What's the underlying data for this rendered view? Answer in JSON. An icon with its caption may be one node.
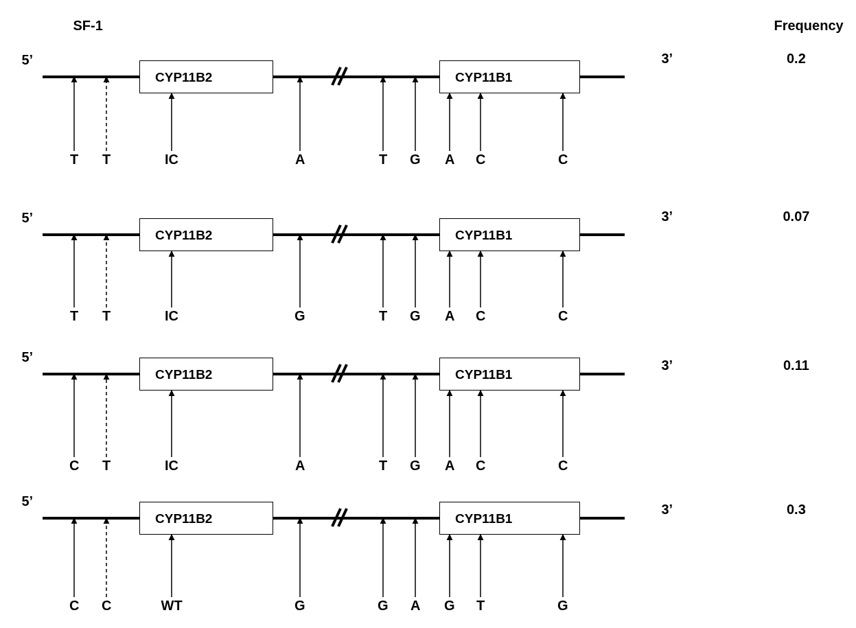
{
  "diagram": {
    "nodes": [
      {
        "text": [
          "CYP11B2"
        ]
      },
      {
        "text": [
          "CYP11B1"
        ]
      },
      {
        "text": [
          "T"
        ]
      },
      {
        "text": [
          "T"
        ]
      },
      {
        "text": [
          "IC"
        ]
      },
      {
        "text": [
          "A"
        ]
      },
      {
        "text": [
          "T"
        ]
      },
      {
        "text": [
          "G"
        ]
      },
      {
        "text": [
          "A"
        ]
      },
      {
        "text": [
          "C"
        ]
      },
      {
        "text": [
          "C"
        ]
      },
      {
        "text": [
          "CYP11B2"
        ]
      },
      {
        "text": [
          "CYP11B1"
        ]
      },
      {
        "text": [
          "T"
        ]
      },
      {
        "text": [
          "T"
        ]
      },
      {
        "text": [
          "IC"
        ]
      },
      {
        "text": [
          "G"
        ]
      },
      {
        "text": [
          "T"
        ]
      },
      {
        "text": [
          "G"
        ]
      },
      {
        "text": [
          "A"
        ]
      },
      {
        "text": [
          "C"
        ]
      },
      {
        "text": [
          "C"
        ]
      },
      {
        "text": [
          "CYP11B2"
        ]
      },
      {
        "text": [
          "CYP11B1"
        ]
      },
      {
        "text": [
          "C"
        ]
      },
      {
        "text": [
          "T"
        ]
      },
      {
        "text": [
          "IC"
        ]
      },
      {
        "text": [
          "A"
        ]
      },
      {
        "text": [
          "T"
        ]
      },
      {
        "text": [
          "G"
        ]
      },
      {
        "text": [
          "A"
        ]
      },
      {
        "text": [
          "C"
        ]
      },
      {
        "text": [
          "C"
        ]
      },
      {
        "text": [
          "CYP11B2"
        ]
      },
      {
        "text": [
          "CYP11B1"
        ]
      },
      {
        "text": [
          "C"
        ]
      },
      {
        "text": [
          "C"
        ]
      },
      {
        "text": [
          "WT"
        ]
      },
      {
        "text": [
          "G"
        ]
      },
      {
        "text": [
          "G"
        ]
      },
      {
        "text": [
          "A"
        ]
      },
      {
        "text": [
          "G"
        ]
      },
      {
        "text": [
          "T"
        ]
      },
      {
        "text": [
          "G"
        ]
      }
    ],
    "edges": [
      {
        "from": 2,
        "to": null,
        "arrow": "to"
      },
      {
        "from": 3,
        "to": null,
        "arrow": "to",
        "style": "dashed"
      },
      {
        "from": 4,
        "to": 0,
        "arrow": "to"
      },
      {
        "from": 5,
        "to": null,
        "arrow": "to"
      },
      {
        "from": 6,
        "to": null,
        "arrow": "to"
      },
      {
        "from": 7,
        "to": null,
        "arrow": "to"
      },
      {
        "from": 8,
        "to": 1,
        "arrow": "to"
      },
      {
        "from": 9,
        "to": 1,
        "arrow": "to"
      },
      {
        "from": 10,
        "to": 1,
        "arrow": "to"
      },
      {
        "from": 13,
        "to": null,
        "arrow": "to"
      },
      {
        "from": 14,
        "to": null,
        "arrow": "to",
        "style": "dashed"
      },
      {
        "from": 15,
        "to": 11,
        "arrow": "to"
      },
      {
        "from": 16,
        "to": null,
        "arrow": "to"
      },
      {
        "from": 17,
        "to": null,
        "arrow": "to"
      },
      {
        "from": 18,
        "to": null,
        "arrow": "to"
      },
      {
        "from": 19,
        "to": 12,
        "arrow": "to"
      },
      {
        "from": 20,
        "to": 12,
        "arrow": "to"
      },
      {
        "from": 21,
        "to": 12,
        "arrow": "to"
      },
      {
        "from": 24,
        "to": null,
        "arrow": "to"
      },
      {
        "from": 25,
        "to": null,
        "arrow": "to",
        "style": "dashed"
      },
      {
        "from": 26,
        "to": 22,
        "arrow": "to"
      },
      {
        "from": 27,
        "to": null,
        "arrow": "to"
      },
      {
        "from": 28,
        "to": null,
        "arrow": "to"
      },
      {
        "from": 29,
        "to": null,
        "arrow": "to"
      },
      {
        "from": 30,
        "to": 23,
        "arrow": "to"
      },
      {
        "from": 31,
        "to": 23,
        "arrow": "to"
      },
      {
        "from": 32,
        "to": 23,
        "arrow": "to"
      },
      {
        "from": 35,
        "to": null,
        "arrow": "to"
      },
      {
        "from": 36,
        "to": null,
        "arrow": "to",
        "style": "dashed"
      },
      {
        "from": 37,
        "to": 33,
        "arrow": "to"
      },
      {
        "from": 38,
        "to": null,
        "arrow": "to"
      },
      {
        "from": 39,
        "to": null,
        "arrow": "to"
      },
      {
        "from": 40,
        "to": null,
        "arrow": "to"
      },
      {
        "from": 41,
        "to": 34,
        "arrow": "to"
      },
      {
        "from": 42,
        "to": 34,
        "arrow": "to"
      },
      {
        "from": 43,
        "to": 34,
        "arrow": "to"
      }
    ],
    "labels": [
      "SF-1",
      "Frequency",
      "5’",
      "3’",
      "0.2",
      "5’",
      "3’",
      "0.07",
      "5’",
      "3’",
      "0.11",
      "5’",
      "3’",
      "0.3"
    ]
  }
}
